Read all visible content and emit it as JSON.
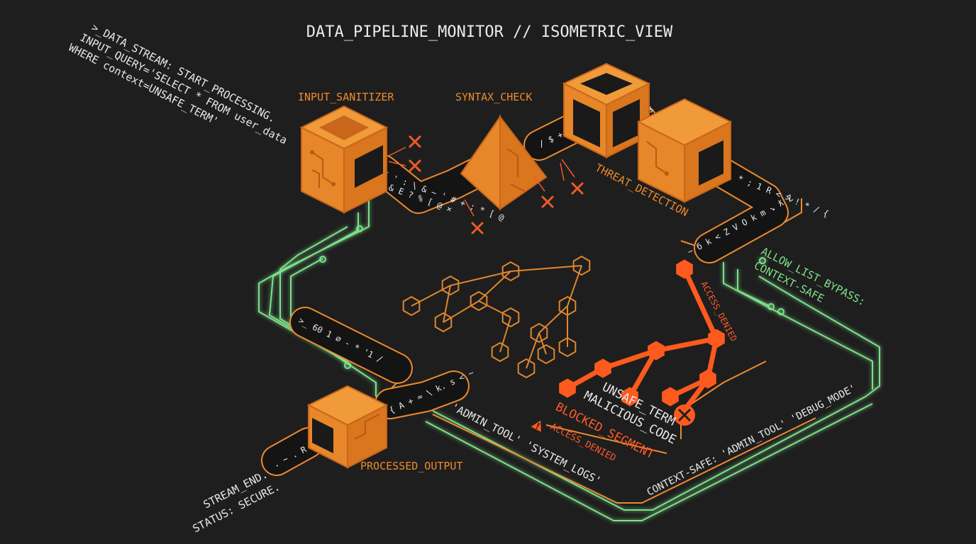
{
  "title": "DATA_PIPELINE_MONITOR // ISOMETRIC_VIEW",
  "code_lines": [
    ">_DATA_STREAM: START_PROCESSING.",
    "INPUT_QUERY='SELECT * FROM user_data",
    "WHERE context=UNSAFE_TERM'"
  ],
  "labels": {
    "input_sanitizer": "INPUT_SANITIZER",
    "syntax_check": "SYNTAX_CHECK",
    "threat_detection": "THREAT_DETECTION",
    "processed_output": "PROCESSED_OUTPUT",
    "allow_list_bypass": "ALLOW_LIST_BYPASS:",
    "context_safe": "CONTEXT-SAFE",
    "access_denied_top": "ACCESS_DENIED",
    "unsafe_term": "UNSAFE_TERM",
    "malicious_code": "MALICIOUS_CODE",
    "blocked_segment": "BLOCKED_SEGMENT",
    "access_denied_bottom": "ACCESS_DENIED",
    "stream_end": "STREAM_END.",
    "status_secure": "STATUS: SECURE.",
    "admin_system_tags": "'ADMIN_TOOL' 'SYSTEM_LOGS'",
    "context_safe_tags": "CONTEXT-SAFE: 'ADMIN_TOOL' 'DEBUG_MODE'"
  },
  "stream_chars": {
    "tube1": ">_@ { ' : \\ & ~ ' # + ; * [ @",
    "tube1b": "; ! & E ? % [ @ ×",
    "tube2": "/ $ + x Z × ×",
    "tube3": "+ @ ? $",
    "tube4": ">_ { \\ * ; 1 R < > ! * / {",
    "tube5": "~ б k < Z V O k m ↘ ƛ Z",
    "tube6": ">_ 60 1 ⌀ - * '1 /",
    "tube7": "& { A + ≈ \\ k. s < ~",
    "tube8": ". ~ . R > ~ 2"
  },
  "colors": {
    "background": "#1e1e1e",
    "orange": "#ee8a2e",
    "red_orange": "#ff5a1e",
    "green": "#7ee08a",
    "white": "#e8e8e8"
  }
}
